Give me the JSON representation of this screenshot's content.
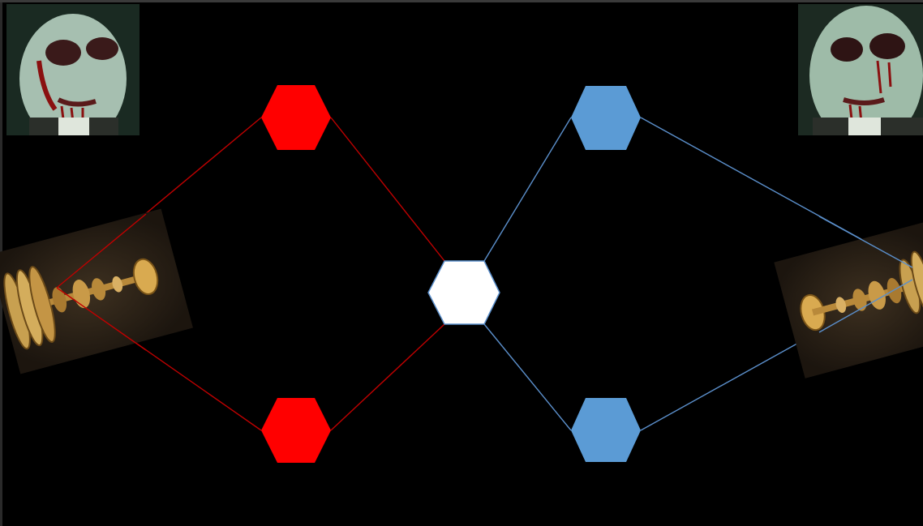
{
  "board": {
    "background_color": "#000000",
    "team_colors": {
      "red": "#ff0000",
      "blue": "#5b9bd5",
      "neutral": "#ffffff"
    },
    "link_colors": {
      "red": "#c00000",
      "blue": "#5b8fcb"
    }
  },
  "players": {
    "left": {
      "portrait_icon": "zombie-man-portrait",
      "device_icon": "brass-disc-device"
    },
    "right": {
      "portrait_icon": "zombie-man-portrait",
      "device_icon": "brass-disc-device"
    }
  },
  "nodes": [
    {
      "id": "red-top",
      "team": "red"
    },
    {
      "id": "red-bottom",
      "team": "red"
    },
    {
      "id": "center",
      "team": "neutral"
    },
    {
      "id": "blue-top",
      "team": "blue"
    },
    {
      "id": "blue-bottom",
      "team": "blue"
    }
  ]
}
